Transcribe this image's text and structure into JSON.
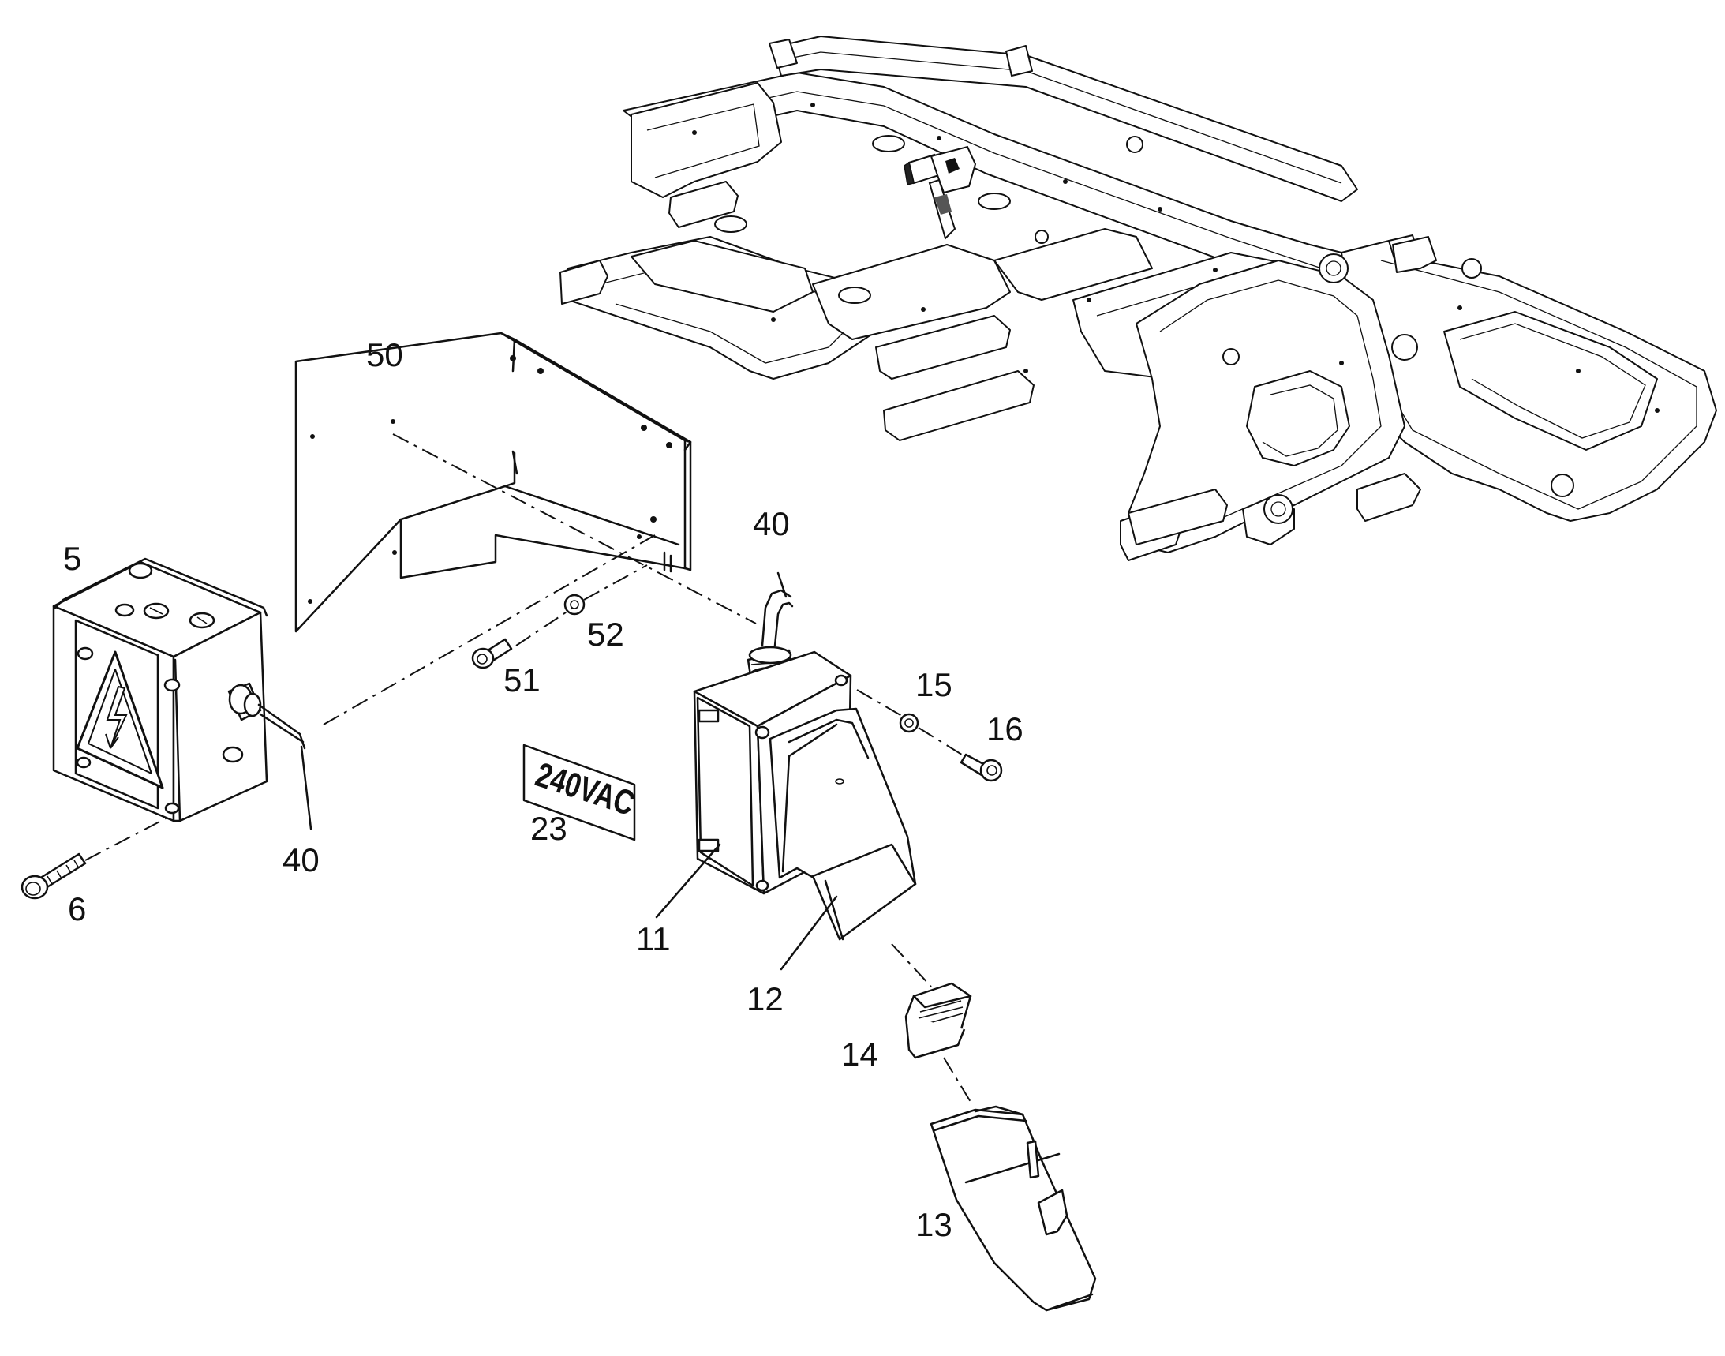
{
  "diagram": {
    "callouts": {
      "c50": "50",
      "c5": "5",
      "c40_top": "40",
      "c52": "52",
      "c51": "51",
      "c15": "15",
      "c16": "16",
      "c23": "23",
      "c40_bottom": "40",
      "c6": "6",
      "c11": "11",
      "c12": "12",
      "c14": "14",
      "c13": "13"
    },
    "voltage_plate": "240VAC",
    "icons": [
      "high-voltage-warning-icon"
    ],
    "colors": {
      "line": "#111111",
      "background": "#ffffff",
      "shade": "#9a9a9a"
    }
  }
}
